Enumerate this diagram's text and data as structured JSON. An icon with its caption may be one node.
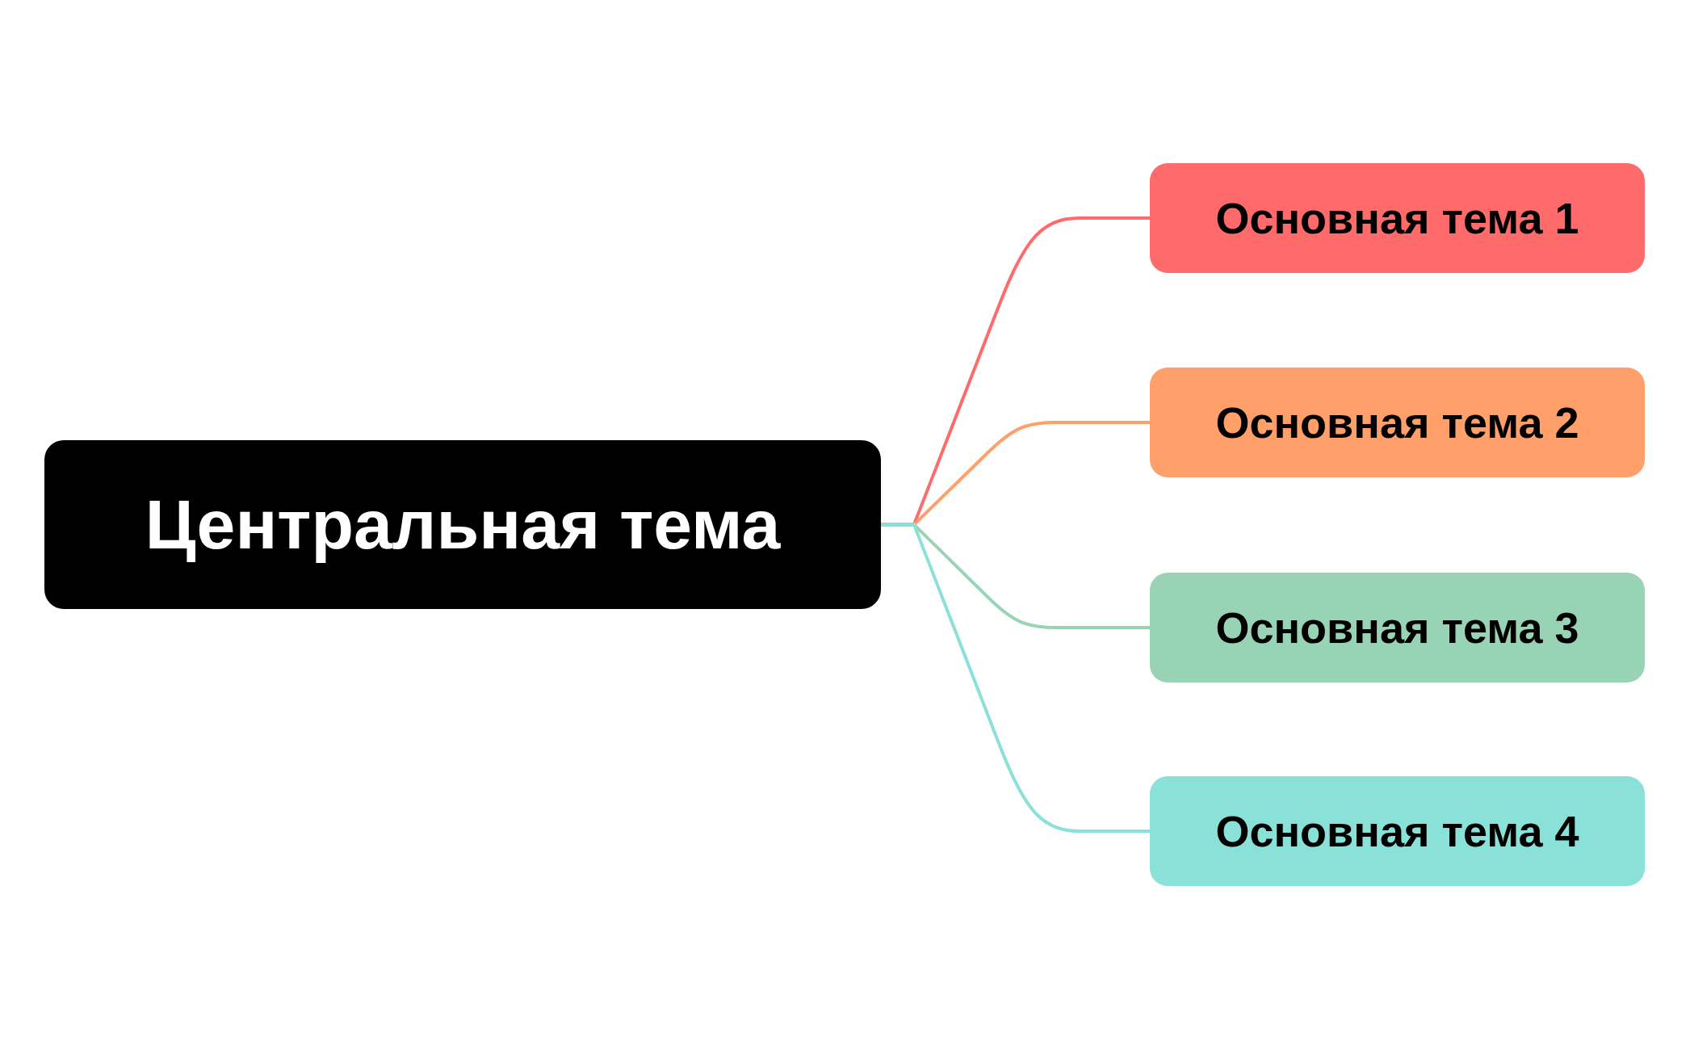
{
  "diagram": {
    "nodes": [
      {
        "text": [
          "Центральная тема"
        ]
      },
      {
        "text": [
          "Основная тема 1"
        ]
      },
      {
        "text": [
          "Основная тема 2"
        ]
      },
      {
        "text": [
          "Основная тема 3"
        ]
      },
      {
        "text": [
          "Основная тема 4"
        ]
      }
    ],
    "edges": [
      {
        "from": 0,
        "to": 1,
        "arrow": "none",
        "color": "#ff6b6b"
      },
      {
        "from": 0,
        "to": 2,
        "arrow": "none",
        "color": "#ffa06b"
      },
      {
        "from": 0,
        "to": 3,
        "arrow": "none",
        "color": "#98d3b6"
      },
      {
        "from": 0,
        "to": 4,
        "arrow": "none",
        "color": "#89e1d7"
      }
    ]
  }
}
